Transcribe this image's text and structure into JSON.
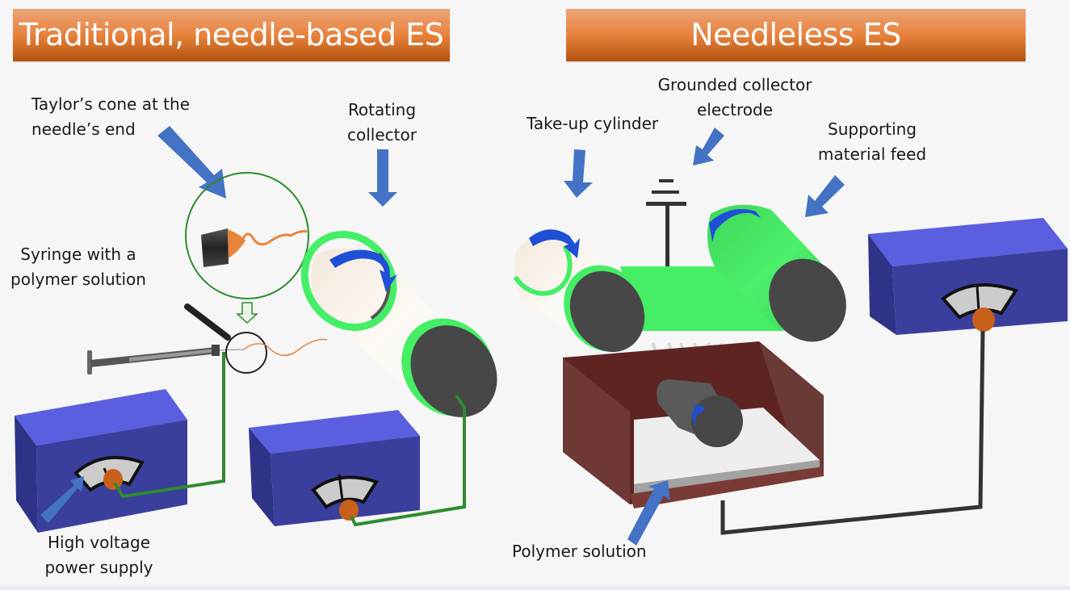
{
  "panels": {
    "left": {
      "title": "Traditional, needle-based ES",
      "labels": {
        "taylor_cone_line1": "Taylor’s cone at the",
        "taylor_cone_line2": "needle’s end",
        "rotating_collector_line1": "Rotating",
        "rotating_collector_line2": "collector",
        "syringe_line1": "Syringe with a",
        "syringe_line2": "polymer solution",
        "power_supply_line1": "High voltage",
        "power_supply_line2": "power supply"
      }
    },
    "right": {
      "title": "Needleless ES",
      "labels": {
        "grounded_electrode_line1": "Grounded collector",
        "grounded_electrode_line2": "electrode",
        "take_up_cylinder": "Take-up cylinder",
        "supporting_feed_line1": "Supporting",
        "supporting_feed_line2": "material feed",
        "polymer_solution": "Polymer solution"
      }
    }
  },
  "colors": {
    "banner_orange": "#e8823c",
    "pointer_arrow_blue": "#4472c4",
    "rotation_arrow_blue": "#1f4fd6",
    "power_supply_blue": "#3a3f9e",
    "power_supply_top": "#5a5fe0",
    "wire_green": "#2e8b2e",
    "wire_dark": "#333333",
    "collector_green": "#45ee65",
    "cylinder_end": "#474747",
    "tank_brown": "#6b2a26",
    "knob_orange": "#c8601c",
    "jet_orange": "#e8843a"
  }
}
